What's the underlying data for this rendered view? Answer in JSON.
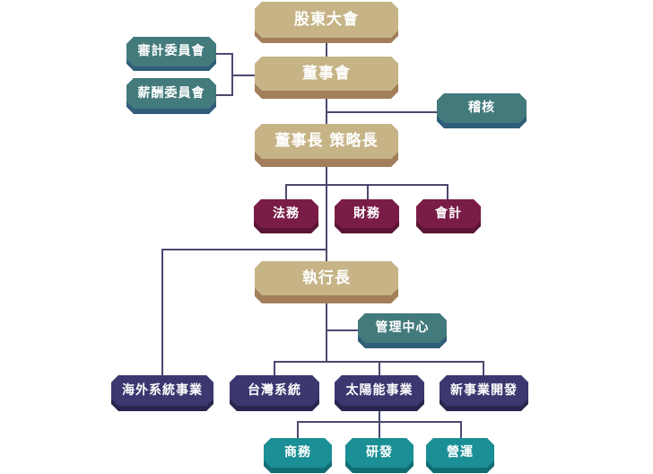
{
  "diagram": {
    "type": "org-chart",
    "colors": {
      "executive": "#c6b487",
      "executive_shade": "#a27e5b",
      "committee": "#437a7c",
      "committee_shade": "#2f5d7a",
      "corporate_function": "#7a1d46",
      "corporate_function_shade": "#5b1535",
      "business_unit": "#3b3870",
      "business_unit_shade": "#28264f",
      "department": "#1a8f95",
      "department_shade": "#136d74",
      "connector": "#4a4970"
    },
    "nodes": {
      "shareholders_meeting": {
        "label": "股東大會",
        "role": "executive"
      },
      "board": {
        "label": "董事會",
        "role": "executive"
      },
      "audit_committee": {
        "label": "審計委員會",
        "role": "committee"
      },
      "remuneration_committee": {
        "label": "薪酬委員會",
        "role": "committee"
      },
      "internal_audit": {
        "label": "稽核",
        "role": "committee"
      },
      "chairman_cso": {
        "label": "董事長 策略長",
        "role": "executive"
      },
      "legal": {
        "label": "法務",
        "role": "corporate_function"
      },
      "finance": {
        "label": "財務",
        "role": "corporate_function"
      },
      "accounting": {
        "label": "會計",
        "role": "corporate_function"
      },
      "ceo": {
        "label": "執行長",
        "role": "executive"
      },
      "management_center": {
        "label": "管理中心",
        "role": "committee"
      },
      "overseas_systems": {
        "label": "海外系統事業",
        "role": "business_unit"
      },
      "taiwan_systems": {
        "label": "台灣系統",
        "role": "business_unit"
      },
      "solar_business": {
        "label": "太陽能事業",
        "role": "business_unit"
      },
      "new_business_dev": {
        "label": "新事業開發",
        "role": "business_unit"
      },
      "sales": {
        "label": "商務",
        "role": "department"
      },
      "rnd": {
        "label": "研發",
        "role": "department"
      },
      "operations": {
        "label": "營運",
        "role": "department"
      }
    },
    "edges": [
      [
        "shareholders_meeting",
        "board"
      ],
      [
        "board",
        "audit_committee"
      ],
      [
        "board",
        "remuneration_committee"
      ],
      [
        "board",
        "internal_audit"
      ],
      [
        "board",
        "chairman_cso"
      ],
      [
        "chairman_cso",
        "legal"
      ],
      [
        "chairman_cso",
        "finance"
      ],
      [
        "chairman_cso",
        "accounting"
      ],
      [
        "chairman_cso",
        "ceo"
      ],
      [
        "chairman_cso",
        "overseas_systems"
      ],
      [
        "ceo",
        "management_center"
      ],
      [
        "ceo",
        "taiwan_systems"
      ],
      [
        "ceo",
        "solar_business"
      ],
      [
        "ceo",
        "new_business_dev"
      ],
      [
        "solar_business",
        "sales"
      ],
      [
        "solar_business",
        "rnd"
      ],
      [
        "solar_business",
        "operations"
      ]
    ]
  }
}
